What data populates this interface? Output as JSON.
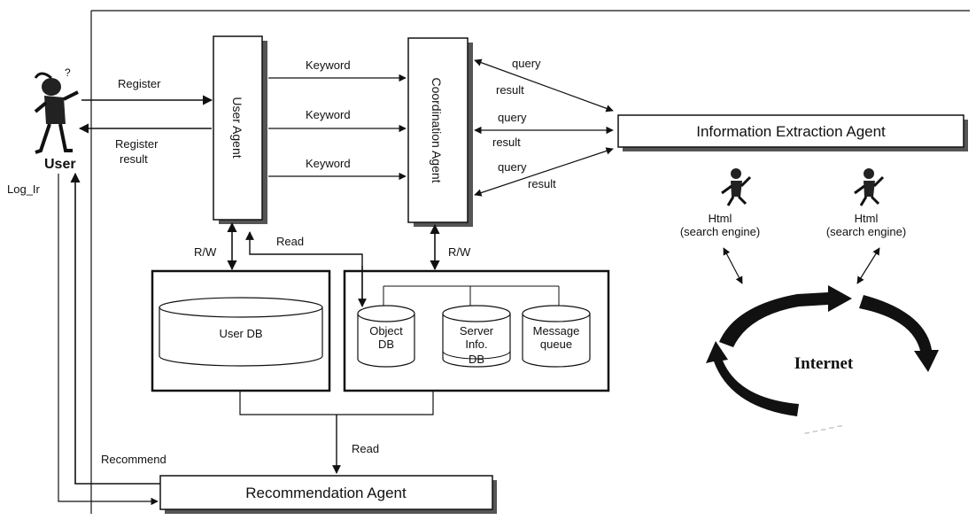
{
  "diagram": {
    "user": {
      "label": "User"
    },
    "user_agent": {
      "label": "User Agent"
    },
    "coordination_agent": {
      "label": "Coordination Agent"
    },
    "info_extraction_agent": {
      "label": "Information Extraction Agent"
    },
    "recommendation_agent": {
      "label": "Recommendation Agent"
    },
    "user_db": {
      "label": "User DB"
    },
    "object_db": {
      "line1": "Object",
      "line2": "DB"
    },
    "server_info_db": {
      "line1": "Server",
      "line2": "Info.",
      "line3": "DB"
    },
    "message_queue": {
      "line1": "Message",
      "line2": "queue"
    },
    "internet": {
      "label": "Internet"
    },
    "arrows": {
      "register": "Register",
      "register_result_1": "Register",
      "register_result_2": "result",
      "log_in": "Log_Ir",
      "recommend": "Recommend",
      "keyword_1": "Keyword",
      "keyword_2": "Keyword",
      "keyword_3": "Keyword",
      "query_1": "query",
      "result_1": "result",
      "query_2": "query",
      "result_2": "result",
      "query_3": "query",
      "result_3": "result",
      "rw_left": "R/W",
      "rw_right": "R/W",
      "read_top": "Read",
      "read_bottom": "Read",
      "html_1_line1": "Html",
      "html_1_line2": "(search engine)",
      "html_2_line1": "Html",
      "html_2_line2": "(search engine)"
    }
  }
}
